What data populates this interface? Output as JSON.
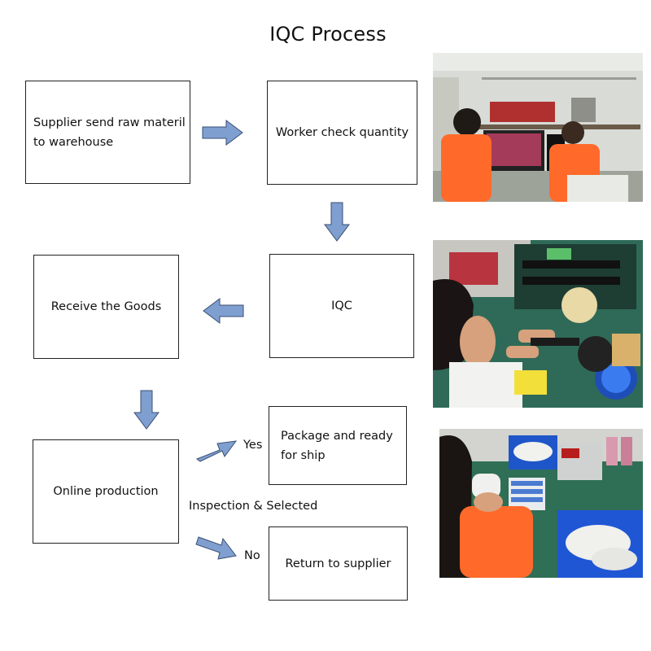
{
  "title": "IQC Process",
  "steps": {
    "supplier": "Supplier send raw materil to warehouse",
    "worker_check": "Worker check quantity",
    "iqc": "IQC",
    "receive": "Receive the Goods",
    "online_production": "Online production",
    "package": "Package and ready for ship",
    "return": "Return to supplier"
  },
  "branch_labels": {
    "yes": "Yes",
    "no": "No",
    "inspection": "Inspection & Selected"
  },
  "colors": {
    "arrow_fill": "#7f9fd0",
    "arrow_stroke": "#3a4f73",
    "box_border": "#222222",
    "shirt_orange": "#ff6a2a"
  },
  "icons": [
    "arrow-right-icon",
    "arrow-down-icon",
    "arrow-left-icon"
  ]
}
